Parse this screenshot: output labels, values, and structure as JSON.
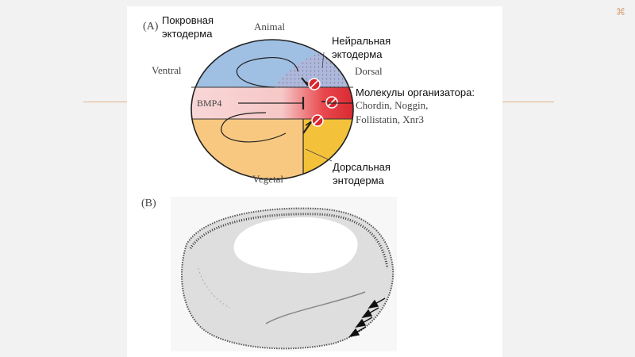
{
  "colors": {
    "epidermis": "#9fbfe3",
    "neural": "#aeb8dc",
    "organizer": "#d8262e",
    "bmp_band": "#f6cccc",
    "vegetal": "#f9c880",
    "dorsal_endoderm": "#f4c23a",
    "accent_line": "#e2b48a"
  },
  "panel_a": {
    "label": "(A)",
    "animal": "Animal",
    "ventral": "Ventral",
    "dorsal": "Dorsal",
    "vegetal": "Vegetal",
    "bmp4": "BMP4",
    "molecules": [
      "Chordin, Noggin,",
      "Follistatin, Xnr3"
    ]
  },
  "annotations": {
    "epidermis": [
      "Покровная",
      "эктодерма"
    ],
    "neural": [
      "Нейральная",
      "эктодерма"
    ],
    "organizer": "Молекулы организатора:",
    "dorsal_endoderm": [
      "Дорсальная",
      "энтодерма"
    ]
  },
  "panel_b": {
    "label": "(B)"
  }
}
